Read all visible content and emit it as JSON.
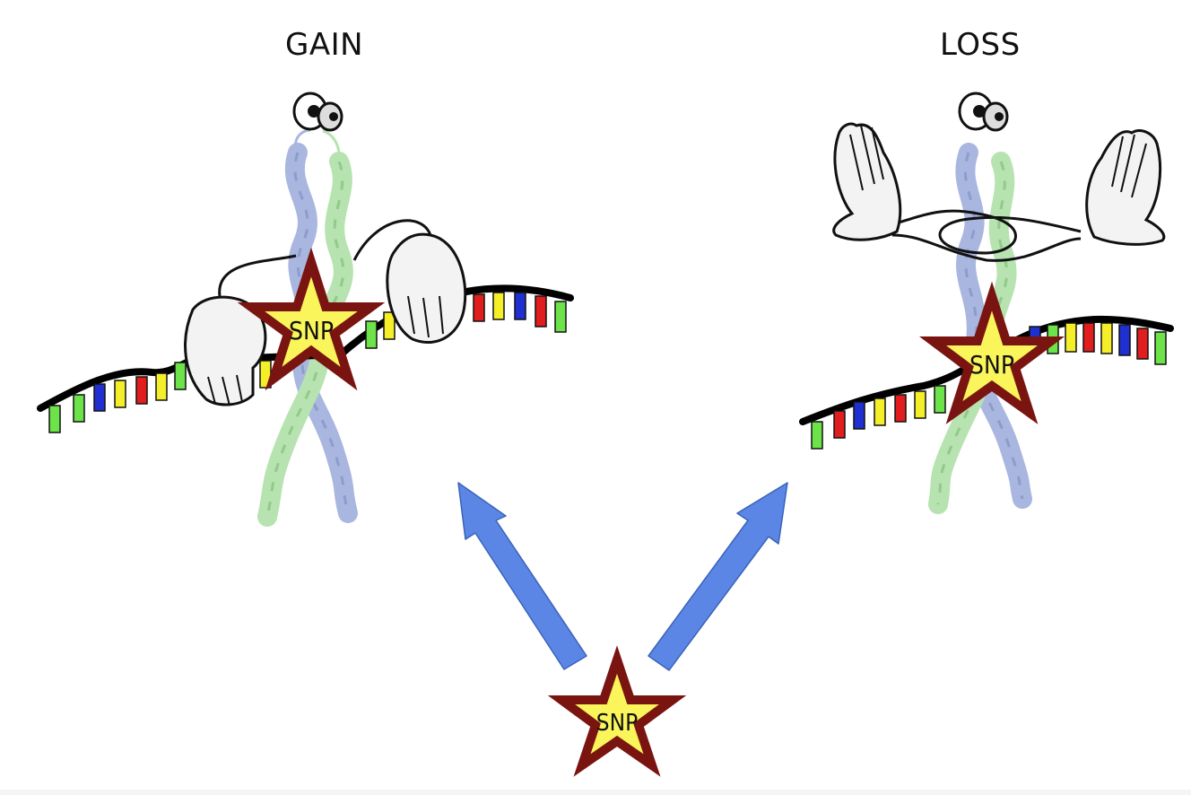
{
  "titles": {
    "gain": "GAIN",
    "loss": "LOSS"
  },
  "snp_label": "SNP",
  "colors": {
    "arrow": "#5b86e5",
    "star_fill": "#faf55a",
    "star_stroke": "#7a1410",
    "helix_blue": "#a9b6df",
    "helix_green": "#b6e3b0",
    "dna_backbone": "#000000",
    "base_green": "#6de34a",
    "base_red": "#e11d1d",
    "base_blue": "#1f2fd0",
    "base_yellow": "#f5ef2a",
    "glove": "#f3f3f3"
  },
  "icons": [
    "eye-icon",
    "glove-icon",
    "star-icon",
    "arrow-icon"
  ]
}
